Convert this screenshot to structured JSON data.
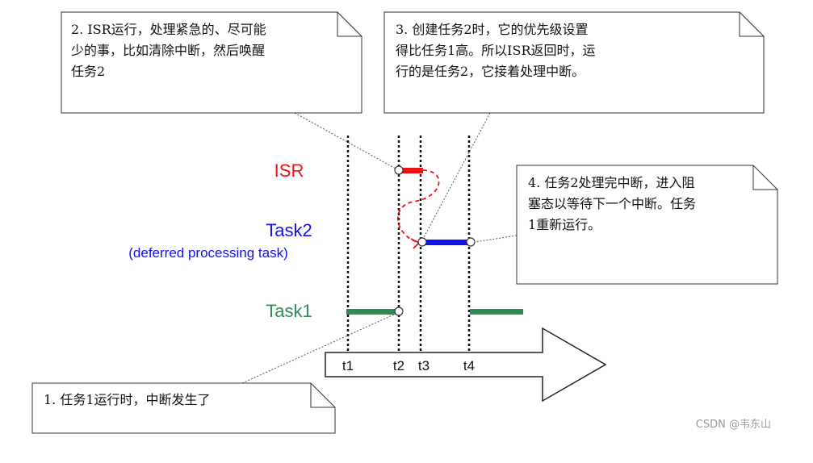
{
  "colors": {
    "isr": "#ee1111",
    "task2": "#1111ee",
    "task1": "#2e8b57",
    "text": "#111111",
    "watermark": "#9a9a9a"
  },
  "labels": {
    "isr": "ISR",
    "task2": "Task2",
    "task2_sub": "(deferred processing task)",
    "task1": "Task1"
  },
  "timeline": {
    "ticks": [
      "t1",
      "t2",
      "t3",
      "t4"
    ]
  },
  "notes": {
    "note1": {
      "lines": [
        "1. 任务1运行时，中断发生了"
      ]
    },
    "note2": {
      "lines": [
        "2. ISR运行，处理紧急的、尽可能",
        "少的事，比如清除中断，然后唤醒",
        "任务2"
      ]
    },
    "note3": {
      "lines": [
        "3. 创建任务2时，它的优先级设置",
        "得比任务1高。所以ISR返回时，运",
        "行的是任务2，它接着处理中断。"
      ]
    },
    "note4": {
      "lines": [
        "4. 任务2处理完中断，进入阻",
        "塞态以等待下一个中断。任务",
        "1重新运行。"
      ]
    }
  },
  "watermark": "CSDN @韦东山"
}
